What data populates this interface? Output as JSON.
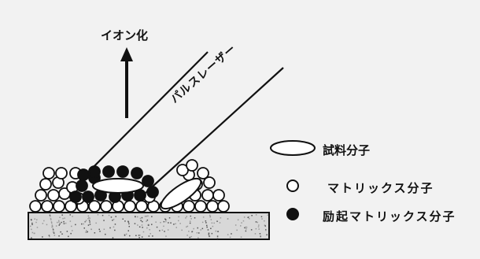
{
  "labels": {
    "ionization": "イオン化",
    "pulse_laser": "パルスレーザー"
  },
  "legend": [
    {
      "symbol": "ellipse-outline",
      "label": "試料分子"
    },
    {
      "symbol": "circle-open",
      "label": "マトリックス分子"
    },
    {
      "symbol": "circle-filled",
      "label": "励起マトリックス分子"
    }
  ],
  "colors": {
    "background": "#f2f2f2",
    "ink": "#111111",
    "particle_fill": "#ffffff",
    "substrate": "#d8d8d8"
  }
}
